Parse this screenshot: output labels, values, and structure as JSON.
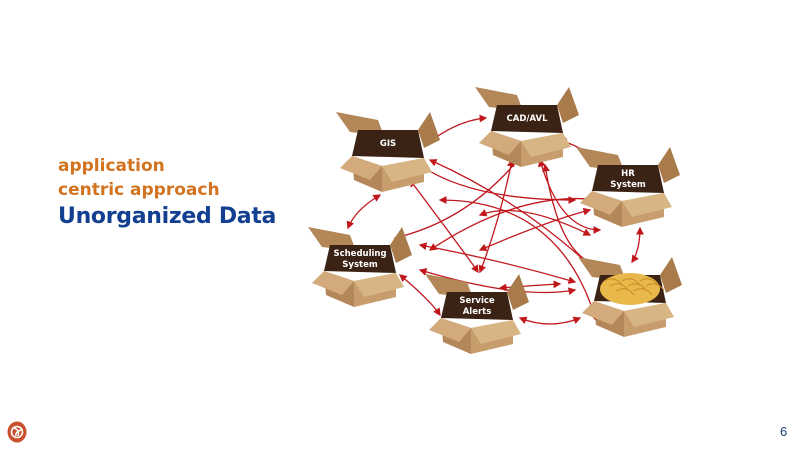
{
  "slide": {
    "subtitle_line1": "application",
    "subtitle_line2": "centric approach",
    "title": "Unorganized Data",
    "page_number": "6"
  },
  "diagram": {
    "boxes": [
      {
        "label_lines": [
          "GIS"
        ]
      },
      {
        "label_lines": [
          "CAD/AVL"
        ]
      },
      {
        "label_lines": [
          "HR",
          "System"
        ]
      },
      {
        "label_lines": [
          "Scheduling",
          "System"
        ]
      },
      {
        "label_lines": [
          "Service",
          "Alerts"
        ]
      },
      {
        "label_lines": [],
        "contents": "noodles"
      }
    ],
    "arrow_color": "#c0171d",
    "box_color": "#c49a6c"
  },
  "colors": {
    "accent_orange": "#d4731f",
    "title_blue": "#123f8f",
    "logo": "#c8502a"
  }
}
